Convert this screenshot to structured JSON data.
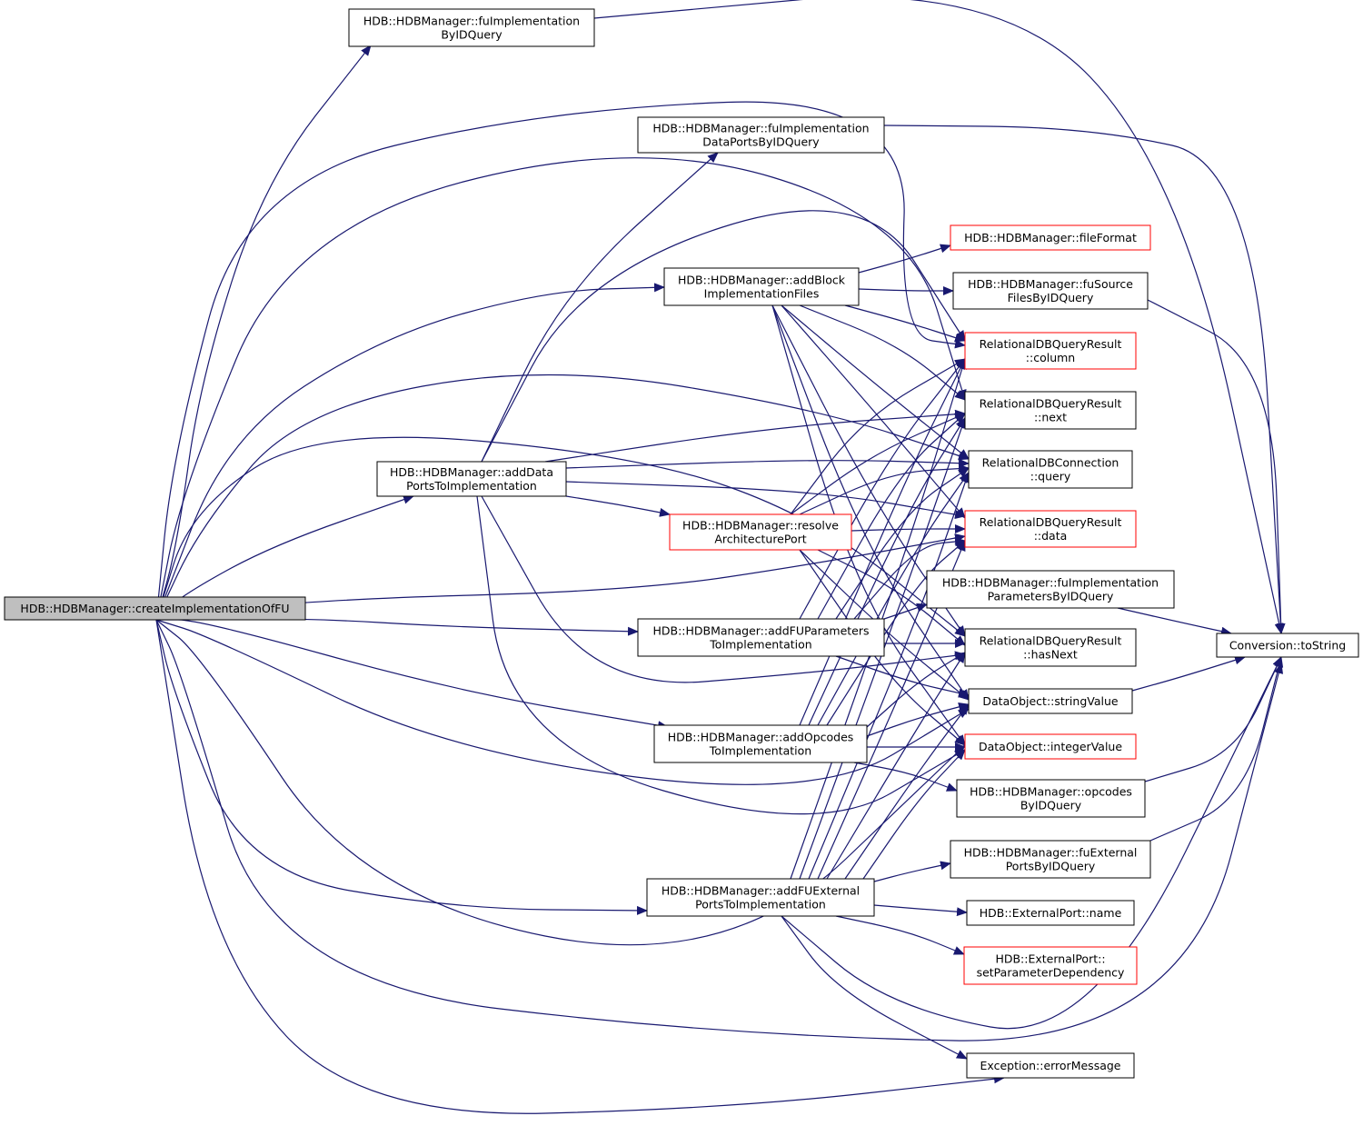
{
  "colors": {
    "edge": "#191970",
    "node_border": "#000000",
    "node_border_incomplete": "#ff0000",
    "root_fill": "#bfbfbf",
    "node_fill": "#ffffff"
  },
  "nodes": {
    "root": {
      "lines": [
        "HDB::HDBManager::createImplementationOfFU"
      ],
      "incomplete": false,
      "root": true
    },
    "fuImplByID": {
      "lines": [
        "HDB::HDBManager::fuImplementation",
        "ByIDQuery"
      ],
      "incomplete": false
    },
    "fuImplDataPorts": {
      "lines": [
        "HDB::HDBManager::fuImplementation",
        "DataPortsByIDQuery"
      ],
      "incomplete": false
    },
    "fileFormat": {
      "lines": [
        "HDB::HDBManager::fileFormat"
      ],
      "incomplete": true
    },
    "addBlock": {
      "lines": [
        "HDB::HDBManager::addBlock",
        "ImplementationFiles"
      ],
      "incomplete": false
    },
    "fuSource": {
      "lines": [
        "HDB::HDBManager::fuSource",
        "FilesByIDQuery"
      ],
      "incomplete": false
    },
    "column": {
      "lines": [
        "RelationalDBQueryResult",
        "::column"
      ],
      "incomplete": true
    },
    "next": {
      "lines": [
        "RelationalDBQueryResult",
        "::next"
      ],
      "incomplete": false
    },
    "query": {
      "lines": [
        "RelationalDBConnection",
        "::query"
      ],
      "incomplete": false
    },
    "dataRes": {
      "lines": [
        "RelationalDBQueryResult",
        "::data"
      ],
      "incomplete": true
    },
    "addData": {
      "lines": [
        "HDB::HDBManager::addData",
        "PortsToImplementation"
      ],
      "incomplete": false
    },
    "resolve": {
      "lines": [
        "HDB::HDBManager::resolve",
        "ArchitecturePort"
      ],
      "incomplete": true
    },
    "fuImplParams": {
      "lines": [
        "HDB::HDBManager::fuImplementation",
        "ParametersByIDQuery"
      ],
      "incomplete": false
    },
    "addFUParams": {
      "lines": [
        "HDB::HDBManager::addFUParameters",
        "ToImplementation"
      ],
      "incomplete": false
    },
    "hasNext": {
      "lines": [
        "RelationalDBQueryResult",
        "::hasNext"
      ],
      "incomplete": false
    },
    "toString": {
      "lines": [
        "Conversion::toString"
      ],
      "incomplete": false
    },
    "stringValue": {
      "lines": [
        "DataObject::stringValue"
      ],
      "incomplete": false
    },
    "addOpcodes": {
      "lines": [
        "HDB::HDBManager::addOpcodes",
        "ToImplementation"
      ],
      "incomplete": false
    },
    "integerValue": {
      "lines": [
        "DataObject::integerValue"
      ],
      "incomplete": true
    },
    "opcodesByID": {
      "lines": [
        "HDB::HDBManager::opcodes",
        "ByIDQuery"
      ],
      "incomplete": false
    },
    "fuExternal": {
      "lines": [
        "HDB::HDBManager::fuExternal",
        "PortsByIDQuery"
      ],
      "incomplete": false
    },
    "addFUExternal": {
      "lines": [
        "HDB::HDBManager::addFUExternal",
        "PortsToImplementation"
      ],
      "incomplete": false
    },
    "portName": {
      "lines": [
        "HDB::ExternalPort::name"
      ],
      "incomplete": false
    },
    "setParam": {
      "lines": [
        "HDB::ExternalPort::",
        "setParameterDependency"
      ],
      "incomplete": true
    },
    "errorMessage": {
      "lines": [
        "Exception::errorMessage"
      ],
      "incomplete": false
    }
  }
}
